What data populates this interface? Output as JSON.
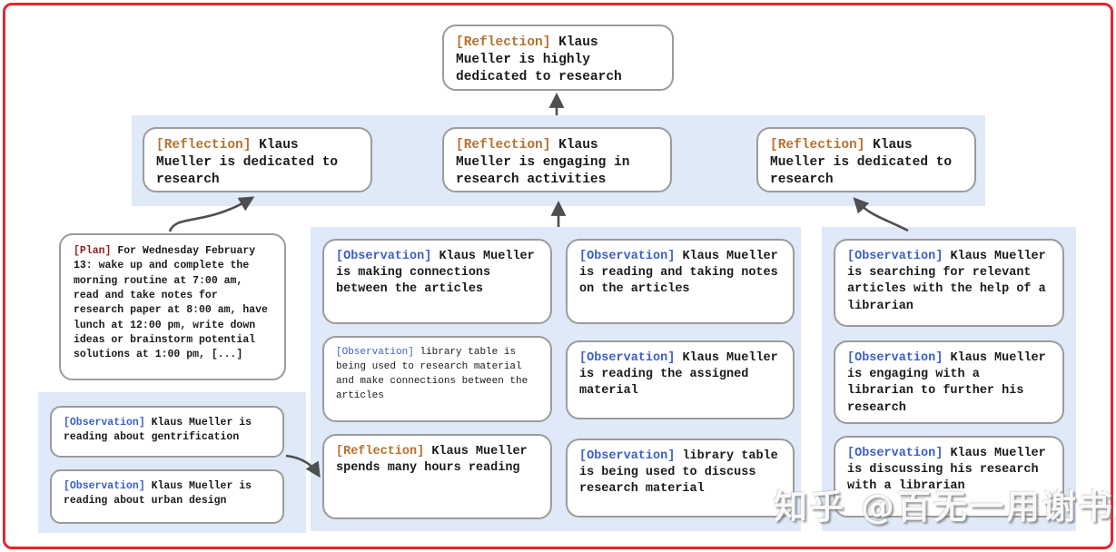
{
  "colors": {
    "reflection_label": "#b5722f",
    "observation_label": "#3b5fc6",
    "plan_label": "#8f1f1f",
    "band_background": "#dfe9f8",
    "node_border": "#9b9b9b",
    "arrow": "#4f4f52",
    "frame_border": "#e8252c"
  },
  "watermark": "知乎 @百无一用谢书生",
  "nodes": {
    "root": {
      "tag": "[Reflection]",
      "text": "Klaus Mueller is highly dedicated to research"
    },
    "refl_left": {
      "tag": "[Reflection]",
      "text": "Klaus Mueller is dedicated to research"
    },
    "refl_mid": {
      "tag": "[Reflection]",
      "text": "Klaus Mueller is engaging in research activities"
    },
    "refl_right": {
      "tag": "[Reflection]",
      "text": "Klaus Mueller is dedicated to research"
    },
    "plan": {
      "tag": "[Plan]",
      "text": "For Wednesday February 13: wake up and complete the morning routine at 7:00 am, read and take notes for research paper at 8:00 am, have lunch at 12:00 pm, write down ideas or brainstorm potential solutions at 1:00 pm, [...]"
    },
    "obs_gentrification": {
      "tag": "[Observation]",
      "text": "Klaus Mueller is reading about gentrification"
    },
    "obs_urban_design": {
      "tag": "[Observation]",
      "text": "Klaus Mueller is reading about urban design"
    },
    "obs_connections": {
      "tag": "[Observation]",
      "text": "Klaus Mueller is making connections between the articles"
    },
    "obs_library_research": {
      "tag": "[Observation]",
      "text": "library table is being used to research material and make connections between the articles"
    },
    "refl_hours": {
      "tag": "[Reflection]",
      "text": "Klaus Mueller spends many hours reading"
    },
    "obs_taking_notes": {
      "tag": "[Observation]",
      "text": "Klaus Mueller is reading and taking notes on the articles"
    },
    "obs_assigned": {
      "tag": "[Observation]",
      "text": "Klaus Mueller is reading the assigned material"
    },
    "obs_library_discuss": {
      "tag": "[Observation]",
      "text": "library table is being used to discuss research material"
    },
    "obs_searching": {
      "tag": "[Observation]",
      "text": "Klaus Mueller is searching for relevant articles with the help of a librarian"
    },
    "obs_engaging": {
      "tag": "[Observation]",
      "text": "Klaus Mueller is engaging with a librarian to further his research"
    },
    "obs_discussing": {
      "tag": "[Observation]",
      "text": "Klaus Mueller is discussing his research with a librarian"
    }
  }
}
